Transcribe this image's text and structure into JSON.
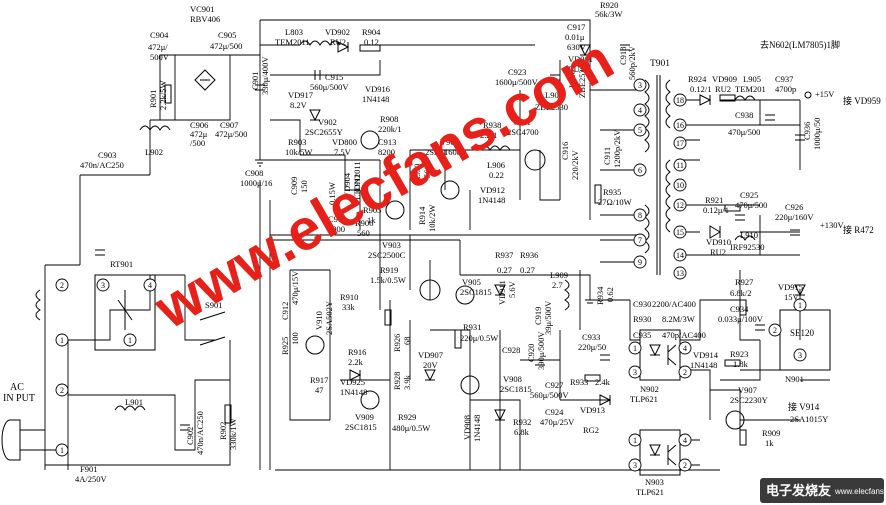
{
  "labels": {
    "vc901": "VC901",
    "rbv406": "RBV406",
    "c904": "C904",
    "c904v": "472μ/",
    "c904b": "500V",
    "c905": "C905",
    "c905v": "472μ/500",
    "c906": "C906",
    "c906v": "472μ",
    "c906b": "/500",
    "c907": "C907",
    "c907v": "472μ/500",
    "r901": "R901",
    "r901v": "2.2k/5W",
    "l902": "L902",
    "c903": "C903",
    "c903v": "470n/AC250",
    "rt901": "RT901",
    "s901": "S901",
    "acin1": "AC",
    "acin2": "IN PUT",
    "l901": "L901",
    "c902": "C902",
    "c902v": "470n/AC250",
    "r902": "R902",
    "r902v": "330k/1W",
    "f901": "F901",
    "f901v": "4A/250V",
    "c901": "C901",
    "c901v": "330μ/400V",
    "l803": "L803",
    "l803v": "TEM2011",
    "vd902": "VD902",
    "vd902v": "RU2",
    "r904": "R904",
    "r904v": "0.12",
    "c915": "C915",
    "c915v": "560μ/500V",
    "vd916": "VD916",
    "vd916v": "1N4148",
    "vd917": "VD917",
    "vd917v": "8.2V",
    "v902": "V902",
    "v902v": "2SC2655Y",
    "vd800": "VD800",
    "vd800v": "7.5V",
    "r903": "R903",
    "r903v": "10k/5W",
    "c908": "C908",
    "c908v": "1000μ/16",
    "c913": "C913",
    "c913v": "8200",
    "r908": "R908",
    "r908v": "220k/1",
    "c923": "C923",
    "c923v": "1600μ/500V",
    "c917": "C917",
    "c917v": "0.01μ",
    "c917b": "630V",
    "r920": "R920",
    "r920v": "56k/3W",
    "vd901": "VD901",
    "vd901v": "RU1P",
    "c918": "C918",
    "c918v": "560p/2kV",
    "l907": "L907",
    "l907v": "ZBE2530",
    "l908": "L908",
    "l908v": "ZBE2520",
    "r938": "R938",
    "r938v": "2.2/1",
    "v901": "V901",
    "v901v": "2SC4700",
    "l906": "L906",
    "l906v": "0.22",
    "v904": "V904",
    "v904v": "2SA11608",
    "vd912": "VD912",
    "vd912v": "1N4148",
    "c916": "C916",
    "c916v": "220/2kV",
    "c911": "C911",
    "c911v": "1200p/2kV",
    "r935": "R935",
    "r935v": "27Ω/10W",
    "vd904": "VD904",
    "vd904v": "LTDN2011",
    "c911b": "C911",
    "c911bv": "0.15W",
    "r905": "R905",
    "r905v": "1k",
    "r906": "R906",
    "r906v": "560",
    "r930": "R930",
    "r930v": "560",
    "c914": "C914",
    "c914v": "1000",
    "c909": "C909",
    "c909v": "150",
    "r914": "R914",
    "r914v": "10k/2W",
    "t901": "T901",
    "n602": "去N602(LM7805)1脚",
    "r924": "R924",
    "r924v": "0.12/1",
    "vd909": "VD909",
    "vd909v": "RU2",
    "l905": "L905",
    "l905v": "TEM201",
    "c937": "C937",
    "c937v": "4700p",
    "c938": "C938",
    "c938v": "470μ/500",
    "c936": "C936",
    "c936v": "1000μ/50",
    "v15": "+15V",
    "tovd959": "接 VD959",
    "r921": "R921",
    "r921v": "0.12μ/1",
    "c925": "C925",
    "c925v": "470μ/500",
    "c926": "C926",
    "c926v": "220μ/160V",
    "v130": "+130V",
    "tor472": "接 R472",
    "l910": "L910",
    "l910v": "IRF92530",
    "vd910": "VD910",
    "vd910v": "RU2",
    "v903": "V903",
    "v903v": "2SC2500C",
    "r919": "R919",
    "r919v": "1.5k/0.5W",
    "r937": "R937",
    "r937v": "0.27",
    "r936": "R936",
    "r936v": "0.27",
    "v905": "V905",
    "v905v": "2SC1815",
    "vd911": "VD911",
    "vd911v": "5.6V",
    "l909": "L909",
    "l909v": "2.7",
    "c919": "C919",
    "c919v": "39μ/500V",
    "r934": "R934",
    "r934v": "0.62",
    "c930": "C930",
    "c930v": "2200/AC400",
    "r927": "R927",
    "r927v": "6.8k/2",
    "vd915": "VD915",
    "vd915v": "15V",
    "c934": "C934",
    "c934v": "0.033μ/100V",
    "se120": "SE120",
    "r930b": "R930",
    "r930bv": "8.2M/3W",
    "c935": "C935",
    "c935v": "470p/AC400",
    "r910": "R910",
    "r910v": "33k",
    "r925": "R925",
    "c912": "C912",
    "c912v": "470μ/15V",
    "r925v": "100",
    "v910": "V910",
    "v910v": "2SA502Y",
    "r916": "R916",
    "r916v": "2.2k",
    "r926": "R926",
    "r926v": "68",
    "r931": "R931",
    "r931v": "220μ/0.5W",
    "c928": "C928",
    "c920": "C920",
    "c920v": "390μ/500V",
    "c933": "C933",
    "c933v": "220μ/50",
    "vd907": "VD907",
    "vd907v": "20V",
    "r917": "R917",
    "r917v": "47",
    "vd925": "VD925",
    "vd925v": "1N4148",
    "r928": "R928",
    "r928v": "3.9k",
    "v908": "V908",
    "v908v": "2SC1815",
    "r933": "R933",
    "r933v": "2.4k",
    "c927": "C927",
    "c927v": "560μ/500V",
    "vd913": "VD913",
    "n902": "N902",
    "n902v": "TLP621",
    "vd914": "VD914",
    "vd914v": "1N4148",
    "r923": "R923",
    "r923v": "1.8k",
    "n901": "N901",
    "v909": "V909",
    "v909v": "2SC1815",
    "r929": "R929",
    "r929v": "480μ/0.5W",
    "vd908": "VD908",
    "vd908v": "1N4148",
    "r932": "R932",
    "r932v": "6.8k",
    "c924": "C924",
    "c924v": "470μ/25V",
    "rg2": "RG2",
    "v907": "V907",
    "v907v": "2SC2230Y",
    "tov914": "接 V914",
    "tov914v": "2SA1015Y",
    "r909": "R909",
    "r909v": "1k",
    "n903": "N903",
    "n903v": "TLP621"
  },
  "pins": [
    "1",
    "2",
    "3",
    "4",
    "5",
    "6",
    "7",
    "8",
    "9",
    "10",
    "11",
    "12",
    "13",
    "14",
    "15",
    "16",
    "17",
    "18"
  ],
  "watermark": "www.elecfans.com",
  "logo": {
    "text": "电子发烧友",
    "url": "www.elecfans.com"
  },
  "colors": {
    "watermark": "#e8201a",
    "logo_bg": "#3a3a3a",
    "ink": "#000000"
  }
}
